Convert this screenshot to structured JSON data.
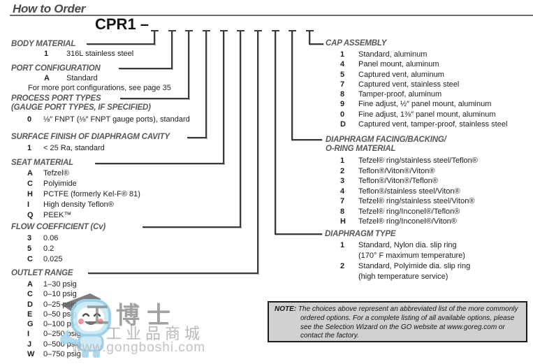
{
  "page": {
    "title": "How to Order",
    "part_number": "CPR1 –"
  },
  "sections": [
    {
      "id": "body_material",
      "heading": "BODY MATERIAL",
      "items": [
        {
          "code": "1",
          "label": "316L stainless steel"
        }
      ]
    },
    {
      "id": "port_configuration",
      "heading": "PORT CONFIGURATION",
      "items": [
        {
          "code": "A",
          "label": "Standard"
        }
      ],
      "footnote": "For more port configurations, see page 35"
    },
    {
      "id": "process_port_types",
      "heading": "PROCESS PORT TYPES",
      "heading2": "(GAUGE PORT TYPES, IF SPECIFIED)",
      "items": [
        {
          "code": "0",
          "label": "⅛″ FNPT (⅛″ FNPT gauge ports), standard"
        }
      ]
    },
    {
      "id": "surface_finish",
      "heading": "SURFACE FINISH OF DIAPHRAGM CAVITY",
      "items": [
        {
          "code": "1",
          "label": "< 25 Ra, standard"
        }
      ]
    },
    {
      "id": "seat_material",
      "heading": "SEAT MATERIAL",
      "items": [
        {
          "code": "A",
          "label": "Tefzel®"
        },
        {
          "code": "C",
          "label": "Polyimide"
        },
        {
          "code": "H",
          "label": "PCTFE (formerly Kel-F® 81)"
        },
        {
          "code": "I",
          "label": "High density Teflon®"
        },
        {
          "code": "Q",
          "label": "PEEK™"
        }
      ]
    },
    {
      "id": "flow_coefficient",
      "heading": "FLOW COEFFICIENT (Cv)",
      "items": [
        {
          "code": "3",
          "label": "0.06"
        },
        {
          "code": "5",
          "label": "0.2"
        },
        {
          "code": "C",
          "label": "0.025"
        }
      ]
    },
    {
      "id": "outlet_range",
      "heading": "OUTLET RANGE",
      "items": [
        {
          "code": "A",
          "label": "1–30 psig"
        },
        {
          "code": "C",
          "label": "0–10 psig"
        },
        {
          "code": "D",
          "label": "0–25 psig"
        },
        {
          "code": "E",
          "label": "0–50 psig"
        },
        {
          "code": "G",
          "label": "0–100 psig"
        },
        {
          "code": "I",
          "label": "0–250 psig"
        },
        {
          "code": "J",
          "label": "0–500 psig"
        },
        {
          "code": "W",
          "label": "0–750 psig"
        }
      ]
    },
    {
      "id": "cap_assembly",
      "heading": "CAP ASSEMBLY",
      "items": [
        {
          "code": "1",
          "label": "Standard, aluminum"
        },
        {
          "code": "4",
          "label": "Panel mount, aluminum"
        },
        {
          "code": "5",
          "label": "Captured vent, aluminum"
        },
        {
          "code": "7",
          "label": "Captured vent, stainless steel"
        },
        {
          "code": "8",
          "label": "Tamper-proof, aluminum"
        },
        {
          "code": "9",
          "label": "Fine adjust, ½″ panel mount, aluminum"
        },
        {
          "code": "0",
          "label": "Fine adjust, 1⅜″ panel mount, aluminum"
        },
        {
          "code": "D",
          "label": "Captured vent, tamper-proof, stainless steel"
        }
      ]
    },
    {
      "id": "diaphragm_facing",
      "heading": "DIAPHRAGM FACING/BACKING/",
      "heading2": "O-RING MATERIAL",
      "items": [
        {
          "code": "1",
          "label": "Tefzel® ring/stainless steel/Teflon®"
        },
        {
          "code": "2",
          "label": "Teflon®/Viton®/Viton®"
        },
        {
          "code": "3",
          "label": "Teflon®/Viton®/Teflon®"
        },
        {
          "code": "4",
          "label": "Teflon®/stainless steel/Viton®"
        },
        {
          "code": "7",
          "label": "Tefzel® ring/stainless steel/Viton®"
        },
        {
          "code": "8",
          "label": "Tefzel® ring/Inconel®/Teflon®"
        },
        {
          "code": "H",
          "label": "Tefzel® ring/Inconel®/Viton®"
        }
      ]
    },
    {
      "id": "diaphragm_type",
      "heading": "DIAPHRAGM TYPE",
      "items": [
        {
          "code": "1",
          "label": "Standard, Nylon dia. slip ring",
          "sub": "(170° F maximum temperature)"
        },
        {
          "code": "2",
          "label": "Standard, Polyimide dia. slip ring",
          "sub": "(high temperature service)"
        }
      ]
    }
  ],
  "note": {
    "label": "NOTE:",
    "text": "The choices above represent an abbreviated list of the more commonly ordered options. For a complete listing of all available options, please see the Selection Wizard on the GO website at www.goreg.com or contact the factory."
  },
  "watermark": {
    "brand": "工博士",
    "tagline": "工业品商城",
    "url": "www.gongboshi.com"
  },
  "colors": {
    "heading_gray": "#57585a",
    "text_black": "#1d1d1f",
    "rule_gray": "#6d6e71",
    "note_bg": "#cfd1d3",
    "watermark_blue": "#bfe3f2"
  }
}
